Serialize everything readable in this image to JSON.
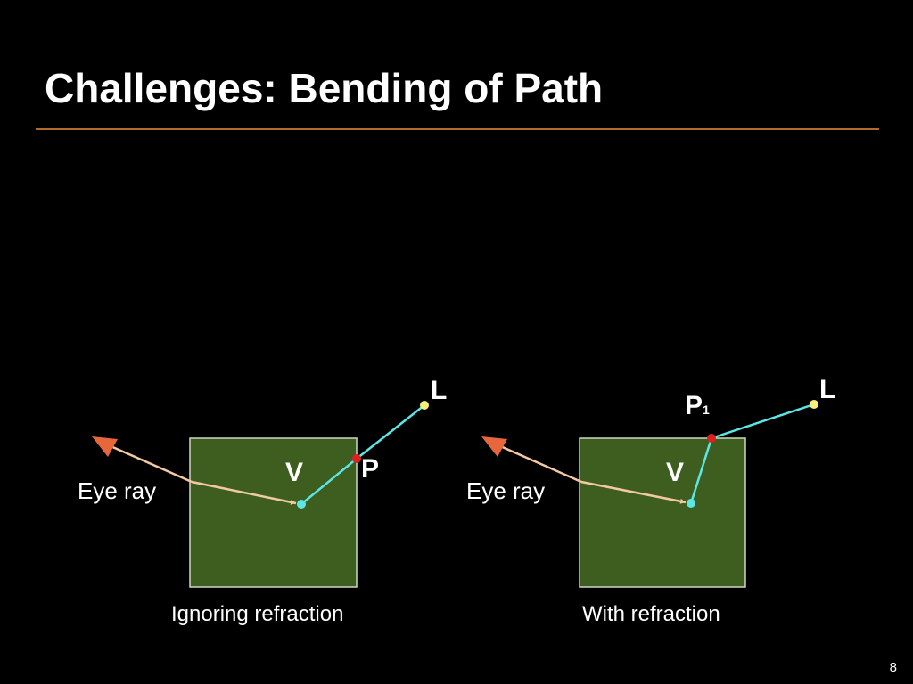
{
  "slide": {
    "title": "Challenges: Bending of Path",
    "page_number": "8"
  },
  "left_panel": {
    "eye_ray_label": "Eye ray",
    "view_point_label": "V",
    "surface_point_label": "P",
    "light_label": "L",
    "caption": "Ignoring refraction"
  },
  "right_panel": {
    "eye_ray_label": "Eye ray",
    "view_point_label": "V",
    "surface_point_label": "P",
    "surface_point_subscript": "1",
    "light_label": "L",
    "caption": "With refraction"
  },
  "colors": {
    "background": "#000000",
    "rule": "#b06a2a",
    "box_fill": "#3d5e1e",
    "box_stroke": "#cfd8c0",
    "eye_ray": "#f3c9a3",
    "arrow_head": "#e8663c",
    "light_path": "#5ce6e6",
    "view_point": "#5ce6e6",
    "surface_point": "#e02020",
    "light_point": "#f6f07a"
  }
}
